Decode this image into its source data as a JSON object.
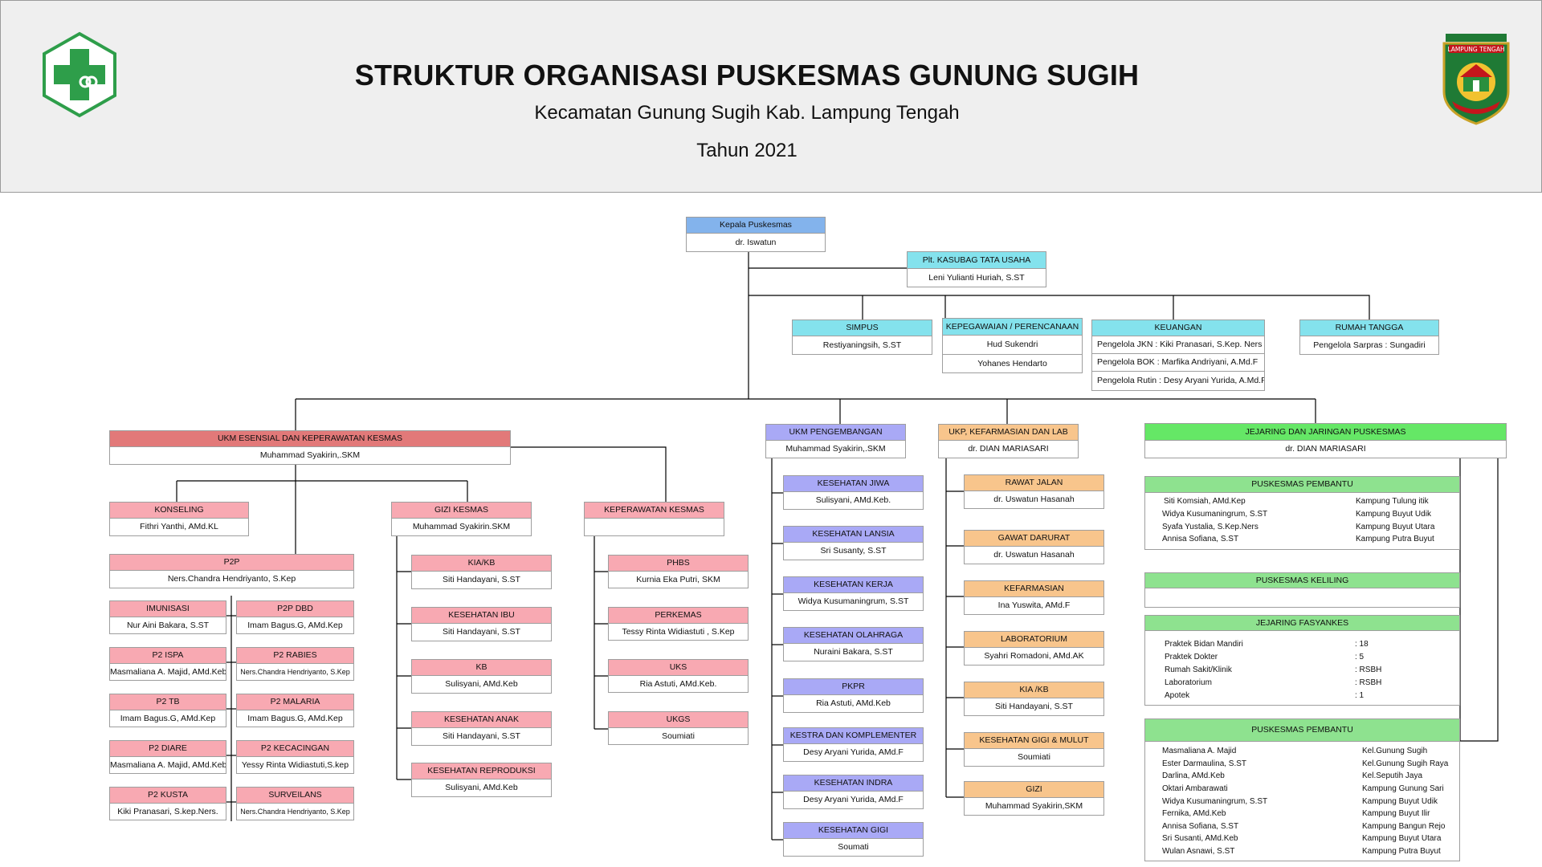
{
  "header": {
    "title": "STRUKTUR ORGANISASI PUSKESMAS GUNUNG SUGIH",
    "subtitle": "Kecamatan Gunung Sugih Kab. Lampung Tengah",
    "year": "Tahun 2021",
    "logo_right_top": "LAMPUNG TENGAH"
  },
  "colors": {
    "blue": "#83b3ec",
    "cyan": "#84e2ed",
    "red": "#e27979",
    "pink": "#f8a9b2",
    "lavender": "#a9a9f6",
    "orange": "#f8c58c",
    "green": "#65e766",
    "light_green": "#8ee28f",
    "logo_green": "#2e9e4a"
  },
  "icons": {
    "left_logo": "puskesmas-cross-logo",
    "right_logo": "lampung-tengah-emblem"
  },
  "kepala": {
    "title": "Kepala Puskesmas",
    "name": "dr. Iswatun"
  },
  "kasubag": {
    "title": "Plt. KASUBAG TATA USAHA",
    "name": "Leni Yulianti Huriah, S.ST"
  },
  "simpus": {
    "title": "SIMPUS",
    "name": "Restiyaningsih, S.ST"
  },
  "kepegawaian": {
    "title": "KEPEGAWAIAN / PERENCANAAN",
    "names": [
      "Hud Sukendri",
      "Yohanes Hendarto"
    ]
  },
  "keuangan": {
    "title": "KEUANGAN",
    "lines": [
      "Pengelola JKN  :  Kiki Pranasari, S.Kep. Ners",
      "Pengelola  BOK : Marfika Andriyani, A.Md.F",
      "Pengelola Rutin : Desy Aryani Yurida, A.Md.F"
    ]
  },
  "rumah_tangga": {
    "title": "RUMAH TANGGA",
    "name": "Pengelola Sarpras : Sungadiri"
  },
  "ukm_esensial": {
    "title": "UKM ESENSIAL DAN KEPERAWATAN KESMAS",
    "name": "Muhammad Syakirin,.SKM"
  },
  "konseling": {
    "title": "KONSELING",
    "name": "Fithri Yanthi, AMd.KL"
  },
  "p2p": {
    "title": "P2P",
    "name": "Ners.Chandra Hendriyanto, S.Kep"
  },
  "imunisasi": {
    "title": "IMUNISASI",
    "name": "Nur Aini Bakara, S.ST"
  },
  "p2p_dbd": {
    "title": "P2P DBD",
    "name": "Imam Bagus.G, AMd.Kep"
  },
  "p2_ispa": {
    "title": "P2 ISPA",
    "name": "Masmaliana A. Majid, AMd.Keb"
  },
  "p2_rabies": {
    "title": "P2 RABIES",
    "name": "Ners.Chandra Hendriyanto, S.Kep"
  },
  "p2_tb": {
    "title": "P2 TB",
    "name": "Imam Bagus.G, AMd.Kep"
  },
  "p2_malaria": {
    "title": "P2 MALARIA",
    "name": "Imam Bagus.G, AMd.Kep"
  },
  "p2_diare": {
    "title": "P2 DIARE",
    "name": "Masmaliana A. Majid, AMd.Keb"
  },
  "p2_kecacingan": {
    "title": "P2 KECACINGAN",
    "name": "Yessy Rinta Widiastuti,S.kep"
  },
  "p2_kusta": {
    "title": "P2 KUSTA",
    "name": "Kiki Pranasari, S.kep.Ners."
  },
  "surveilans": {
    "title": "SURVEILANS",
    "name": "Ners.Chandra Hendriyanto, S.Kep"
  },
  "gizi_kesmas": {
    "title": "GIZI KESMAS",
    "name": "Muhammad Syakirin.SKM"
  },
  "kia_kb": {
    "title": "KIA/KB",
    "name": "Siti Handayani, S.ST"
  },
  "kesehatan_ibu": {
    "title": "KESEHATAN IBU",
    "name": "Siti Handayani, S.ST"
  },
  "kb": {
    "title": "KB",
    "name": "Sulisyani, AMd.Keb"
  },
  "kesehatan_anak": {
    "title": "KESEHATAN ANAK",
    "name": "Siti Handayani, S.ST"
  },
  "kesehatan_reproduksi": {
    "title": "KESEHATAN REPRODUKSI",
    "name": "Sulisyani, AMd.Keb"
  },
  "keperawatan_kesmas": {
    "title": "KEPERAWATAN KESMAS",
    "name": ""
  },
  "phbs": {
    "title": "PHBS",
    "name": "Kurnia Eka Putri, SKM"
  },
  "perkemas": {
    "title": "PERKEMAS",
    "name": "Tessy Rinta Widiastuti , S.Kep"
  },
  "uks": {
    "title": "UKS",
    "name": "Ria Astuti, AMd.Keb."
  },
  "ukgs": {
    "title": "UKGS",
    "name": "Soumiati"
  },
  "ukm_pengembangan": {
    "title": "UKM PENGEMBANGAN",
    "name": "Muhammad Syakirin,.SKM"
  },
  "kesehatan_jiwa": {
    "title": "KESEHATAN JIWA",
    "name": "Sulisyani, AMd.Keb."
  },
  "kesehatan_lansia": {
    "title": "KESEHATAN LANSIA",
    "name": "Sri Susanty, S.ST"
  },
  "kesehatan_kerja": {
    "title": "KESEHATAN KERJA",
    "name": "Widya Kusumaningrum, S.ST"
  },
  "kesehatan_olahraga": {
    "title": "KESEHATAN OLAHRAGA",
    "name": "Nuraini Bakara, S.ST"
  },
  "pkpr": {
    "title": "PKPR",
    "name": "Ria Astuti, AMd.Keb"
  },
  "kestra": {
    "title": "KESTRA DAN KOMPLEMENTER",
    "name": "Desy Aryani Yurida, AMd.F"
  },
  "kesehatan_indra": {
    "title": "KESEHATAN INDRA",
    "name": "Desy Aryani Yurida, AMd.F"
  },
  "kesehatan_gigi": {
    "title": "KESEHATAN GIGI",
    "name": "Soumati"
  },
  "ukp": {
    "title": "UKP, KEFARMASIAN DAN LAB",
    "name": "dr. DIAN MARIASARI"
  },
  "rawat_jalan": {
    "title": "RAWAT JALAN",
    "name": "dr. Uswatun Hasanah"
  },
  "gawat_darurat": {
    "title": "GAWAT DARURAT",
    "name": "dr. Uswatun Hasanah"
  },
  "kefarmasian": {
    "title": "KEFARMASIAN",
    "name": "Ina Yuswita, AMd.F"
  },
  "laboratorium": {
    "title": "LABORATORIUM",
    "name": "Syahri Romadoni, AMd.AK"
  },
  "kia_kb_ukp": {
    "title": "KIA /KB",
    "name": "Siti Handayani, S.ST"
  },
  "kesehatan_gigi_mulut": {
    "title": "KESEHATAN GIGI & MULUT",
    "name": "Soumiati"
  },
  "gizi": {
    "title": "GIZI",
    "name": "Muhammad Syakirin,SKM"
  },
  "jejaring": {
    "title": "JEJARING DAN JARINGAN PUSKESMAS",
    "name": "dr. DIAN MARIASARI"
  },
  "pustu1": {
    "title": "PUSKESMAS PEMBANTU",
    "rows": [
      [
        "Siti Komsiah, AMd.Kep",
        "Kampung Tulung itik"
      ],
      [
        "Widya Kusumaningrum, S.ST",
        "Kampung Buyut Udik"
      ],
      [
        "Syafa Yustalia, S.Kep.Ners",
        "Kampung Buyut Utara"
      ],
      [
        "Annisa Sofiana, S.ST",
        "Kampung Putra Buyut"
      ]
    ]
  },
  "pusling": {
    "title": "PUSKESMAS KELILING"
  },
  "fasyankes": {
    "title": "JEJARING FASYANKES",
    "rows": [
      [
        "Praktek Bidan Mandiri",
        ": 18"
      ],
      [
        "Praktek Dokter",
        ": 5"
      ],
      [
        "Rumah Sakit/Klinik",
        ": RSBH"
      ],
      [
        "Laboratorium",
        ": RSBH"
      ],
      [
        "Apotek",
        ": 1"
      ]
    ]
  },
  "pustu2": {
    "title": "PUSKESMAS PEMBANTU",
    "rows": [
      [
        "Masmaliana A. Majid",
        "Kel.Gunung Sugih"
      ],
      [
        "Ester Darmaulina, S.ST",
        "Kel.Gunung Sugih Raya"
      ],
      [
        "Darlina, AMd.Keb",
        "Kel.Seputih Jaya"
      ],
      [
        "Oktari Ambarawati",
        "Kampung Gunung Sari"
      ],
      [
        "Widya Kusumaningrum, S.ST",
        "Kampung Buyut Udik"
      ],
      [
        "Fernika, AMd.Keb",
        "Kampung Buyut Ilir"
      ],
      [
        "Annisa Sofiana, S.ST",
        "Kampung Bangun Rejo"
      ],
      [
        "Sri Susanti, AMd.Keb",
        "Kampung Buyut Utara"
      ],
      [
        "Wulan Asnawi, S.ST",
        "Kampung Putra Buyut"
      ]
    ]
  }
}
